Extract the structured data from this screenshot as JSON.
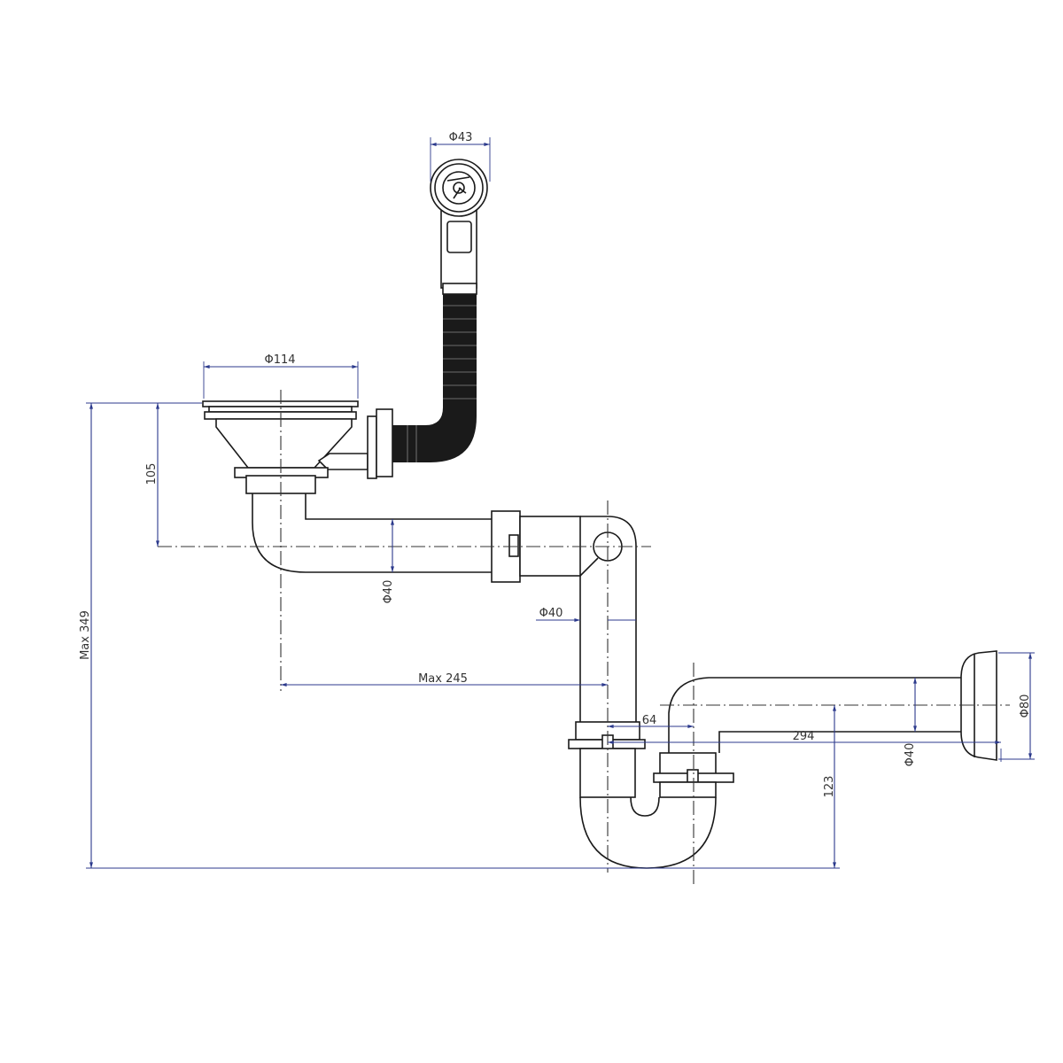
{
  "drawing": {
    "title": "Sink strainer with overflow and bottle trap - dimensional drawing",
    "dimension_color": "#2c3a8c",
    "line_color": "#1a1a1a",
    "dimensions": {
      "overflow_diameter": "Φ43",
      "strainer_diameter": "Φ114",
      "strainer_height": "105",
      "max_height": "Max 349",
      "pipe_diameter_horizontal": "Φ40",
      "pipe_diameter_vertical": "Φ40",
      "max_reach": "Max 245",
      "outlet_pipe_diameter": "Φ40",
      "wall_flange_diameter": "Φ80",
      "outlet_height": "123",
      "trap_offset": "64",
      "total_depth": "294"
    }
  }
}
